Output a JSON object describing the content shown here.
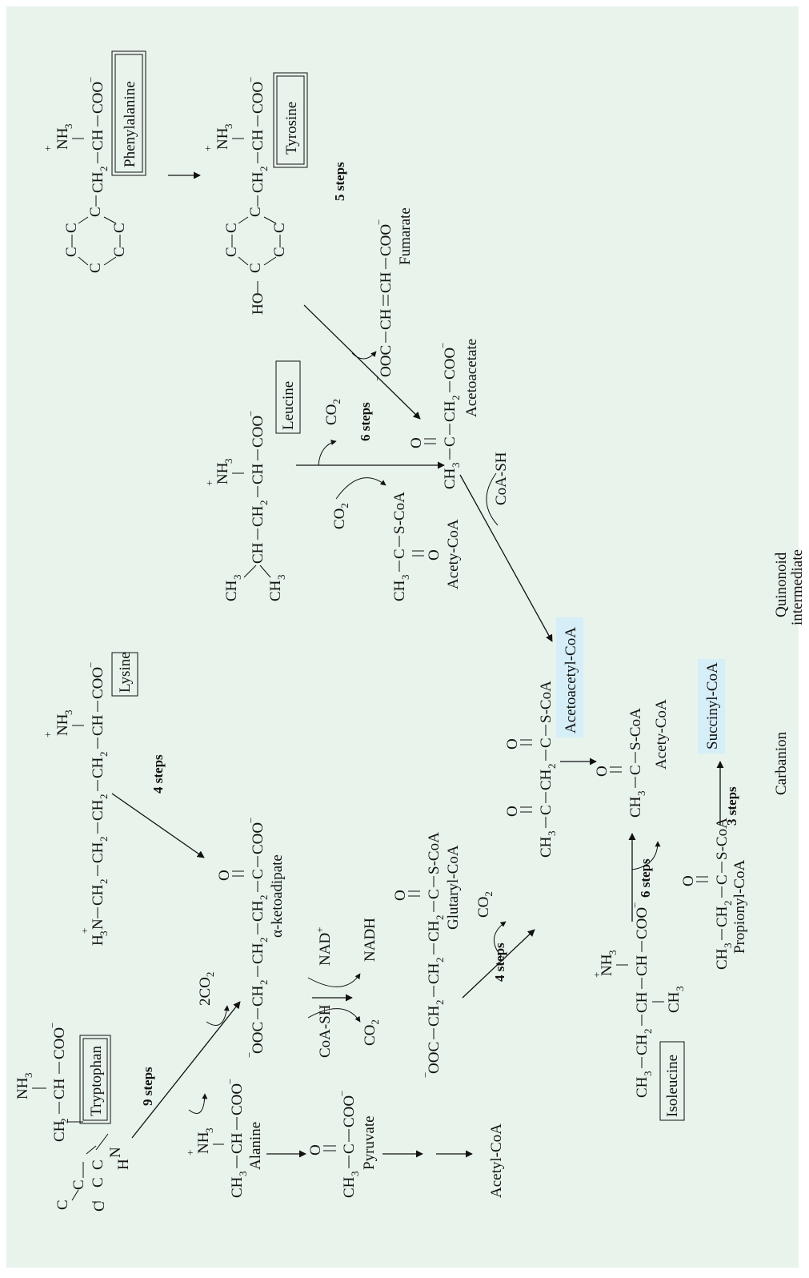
{
  "colors": {
    "background": "#e8f3ec",
    "highlight": "#d6eef8",
    "ink": "#111111"
  },
  "amino_acids": {
    "tryptophan": "Tryptophan",
    "lysine": "Lysine",
    "leucine": "Leucine",
    "phenylalanine": "Phenylalanine",
    "tyrosine": "Tyrosine",
    "isoleucine": "Isoleucine",
    "alanine": "Alanine"
  },
  "products": {
    "pyruvate": "Pyruvate",
    "acetyl_coa": "Acetyl-CoA",
    "alpha_ketoadipate": "α-ketoadipate",
    "glutaryl_coa": "Glutaryl-CoA",
    "acetoacetate": "Acetoacetate",
    "acetoacetyl_coa": "Acetoacetyl-CoA",
    "acety_coa_1": "Acety-CoA",
    "acety_coa_2": "Acety-CoA",
    "fumarate": "Fumarate",
    "succinyl_coa": "Succinyl-CoA",
    "propionyl_coa": "Propionyl-CoA"
  },
  "steps": {
    "trp": "9 steps",
    "lys": "4 steps",
    "leu": "6 steps",
    "tyr": "5 steps",
    "glut": "4 steps",
    "ile": "6 steps",
    "prop": "3 steps"
  },
  "cofactors": {
    "two_co2": "2CO",
    "nad": "NAD",
    "nadh": "NADH",
    "coash_1": "CoA-SH",
    "coash_2": "CoA-SH",
    "co2_a": "CO",
    "co2_b": "CO",
    "co2_c": "CO",
    "co2_d": "CO"
  },
  "footer": {
    "carbanion": "Carbanion",
    "quinonoid_1": "Quinonoid",
    "quinonoid_2": "intermediate"
  }
}
